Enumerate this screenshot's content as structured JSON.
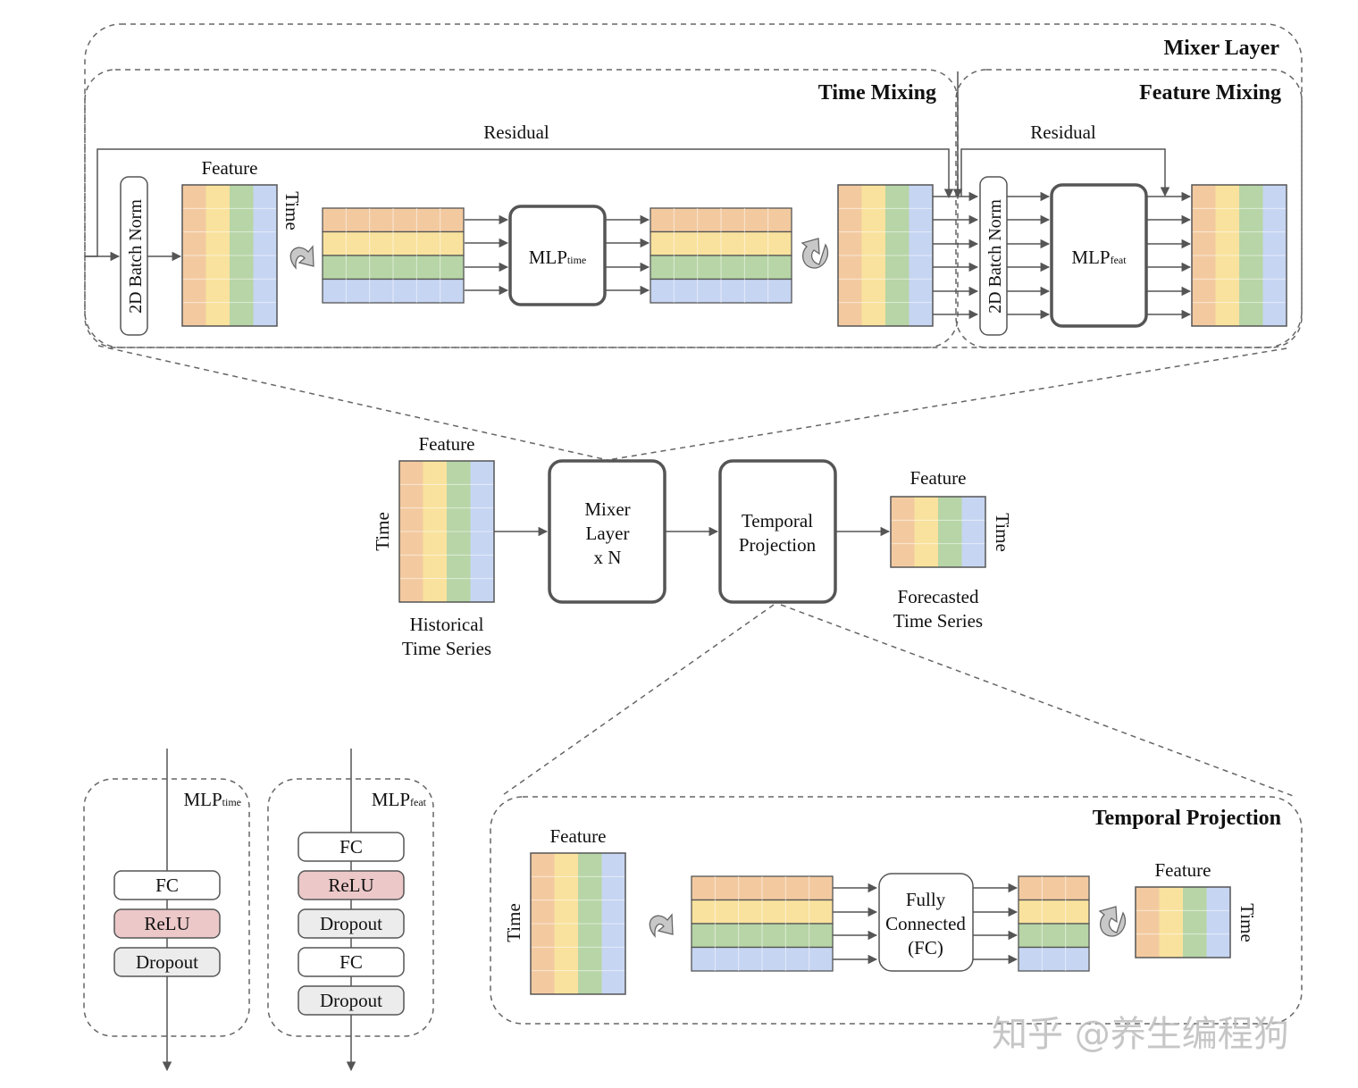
{
  "colors": {
    "orange": "#f3caa0",
    "yellow": "#f9e29d",
    "green": "#b7d5a6",
    "blue": "#c6d5f2",
    "relu": "#ecc8c8",
    "dropout": "#ececec",
    "stroke": "#555555"
  },
  "mixer_layer": {
    "title": "Mixer Layer",
    "time_mixing": {
      "title": "Time Mixing",
      "residual": "Residual",
      "batch_norm": "2D Batch Norm",
      "feature": "Feature",
      "time": "Time",
      "mlp_base": "MLP",
      "mlp_sub": "time"
    },
    "feature_mixing": {
      "title": "Feature Mixing",
      "residual": "Residual",
      "batch_norm": "2D Batch Norm",
      "mlp_base": "MLP",
      "mlp_sub": "feat"
    }
  },
  "main": {
    "input_feature": "Feature",
    "input_time": "Time",
    "input_caption": [
      "Historical",
      "Time Series"
    ],
    "mixer_block": [
      "Mixer",
      "Layer",
      "x N"
    ],
    "projection_block": [
      "Temporal",
      "Projection"
    ],
    "output_feature": "Feature",
    "output_time": "Time",
    "output_caption": [
      "Forecasted",
      "Time Series"
    ]
  },
  "mlp_time_detail": {
    "title_base": "MLP",
    "title_sub": "time",
    "layers": [
      "FC",
      "ReLU",
      "Dropout"
    ]
  },
  "mlp_feat_detail": {
    "title_base": "MLP",
    "title_sub": "feat",
    "layers": [
      "FC",
      "ReLU",
      "Dropout",
      "FC",
      "Dropout"
    ]
  },
  "temporal_projection": {
    "title": "Temporal Projection",
    "feature": "Feature",
    "time": "Time",
    "fc_block": [
      "Fully",
      "Connected",
      "(FC)"
    ],
    "out_feature": "Feature",
    "out_time": "Time"
  },
  "watermark": "知乎 @养生编程狗"
}
